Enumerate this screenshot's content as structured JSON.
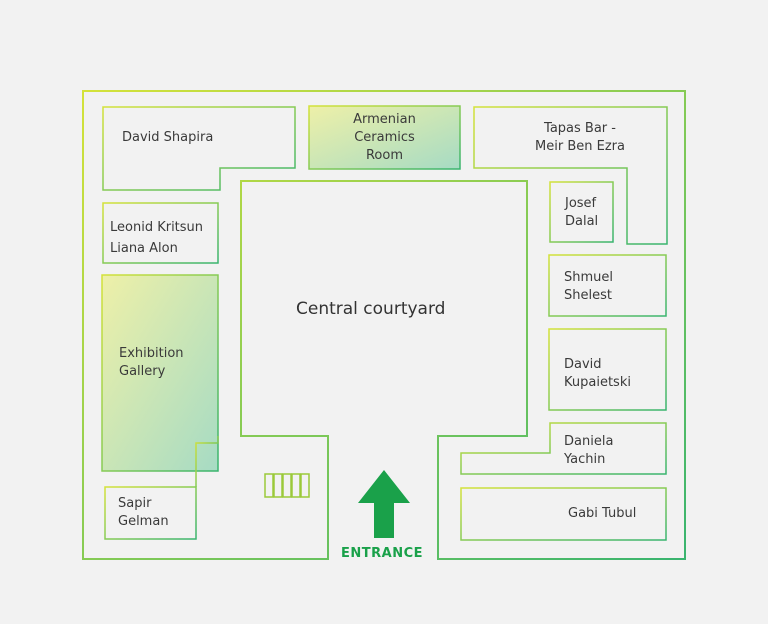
{
  "map": {
    "rooms": {
      "david_shapira": "David Shapira",
      "armenian_ceramics": [
        "Armenian",
        "Ceramics",
        "Room"
      ],
      "tapas_bar": [
        "Tapas Bar -",
        "Meir Ben Ezra"
      ],
      "leonid_liana": [
        "Leonid Kritsun",
        "Liana Alon"
      ],
      "josef_dalal": [
        "Josef",
        "Dalal"
      ],
      "shmuel_shelest": [
        "Shmuel",
        "Shelest"
      ],
      "exhibition_gallery": [
        "Exhibition",
        "Gallery"
      ],
      "david_kupaietski": [
        "David",
        "Kupaietski"
      ],
      "daniela_yachin": [
        "Daniela",
        "Yachin"
      ],
      "sapir_gelman": [
        "Sapir",
        "Gelman"
      ],
      "gabi_tubul": "Gabi Tubul"
    },
    "courtyard": "Central courtyard",
    "entrance": "ENTRANCE",
    "colors": {
      "wall_start": "#b8d630",
      "wall_end": "#3cb872",
      "accent_green": "#1aa14a",
      "highlight_from": "#eeeeaa",
      "highlight_to": "#a9dcc0"
    }
  }
}
